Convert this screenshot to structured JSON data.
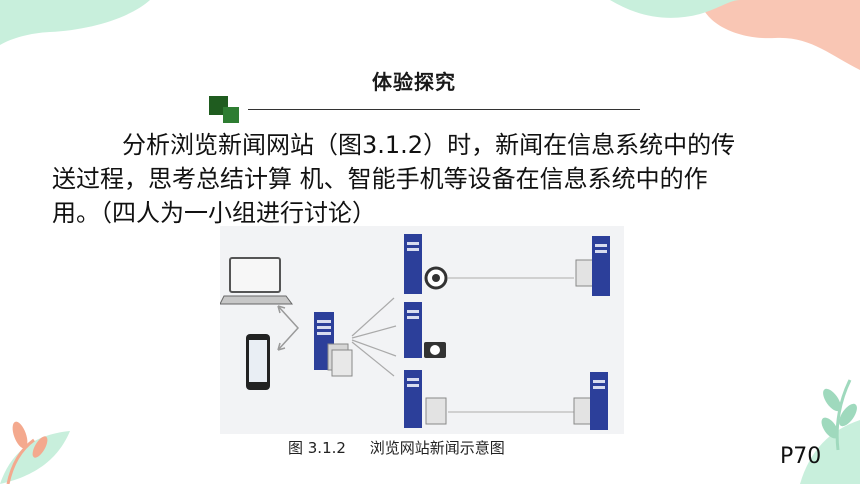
{
  "slide": {
    "title": "体验探究",
    "paragraph_lines": [
      "分析浏览新闻网站（图3.1.2）时，新闻在信息系统中的传",
      "送过程，思考总结计算 机、智能手机等设备在信息系统中的作",
      "用。（四人为一小组进行讨论）"
    ],
    "figure_caption": "图 3.1.2     浏览网站新闻示意图",
    "page_number": "P70"
  },
  "colors": {
    "accent_dark_green": "#1f5c1f",
    "accent_green": "#2e7d32",
    "mint": "#c8efdc",
    "peach": "#f9c6b4",
    "server_blue": "#2c3f9a"
  }
}
